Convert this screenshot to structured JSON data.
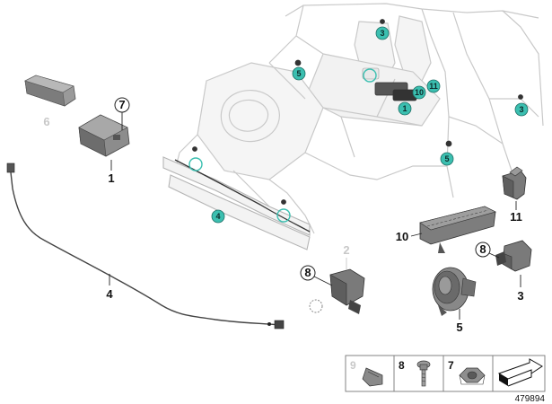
{
  "colors": {
    "teal_marker": "#3bbfb0",
    "part_grey": "#6e6e6e",
    "part_light": "#bdbdbd",
    "grey_label": "#c8c8c8",
    "body_line": "#c9c9c9"
  },
  "callouts": {
    "c1": "1",
    "c2": "2",
    "c3": "3",
    "c4": "4",
    "c5": "5",
    "c6": "6",
    "c7": "7",
    "c8a": "8",
    "c8b": "8",
    "c10": "10",
    "c11": "11"
  },
  "markers": {
    "m3a": "3",
    "m5a": "5",
    "m11": "11",
    "m10": "10",
    "m1": "1",
    "m3b": "3",
    "m5b": "5",
    "m4": "4"
  },
  "panel": {
    "p9": "9",
    "p8": "8",
    "p7": "7"
  },
  "document_id": "479894"
}
